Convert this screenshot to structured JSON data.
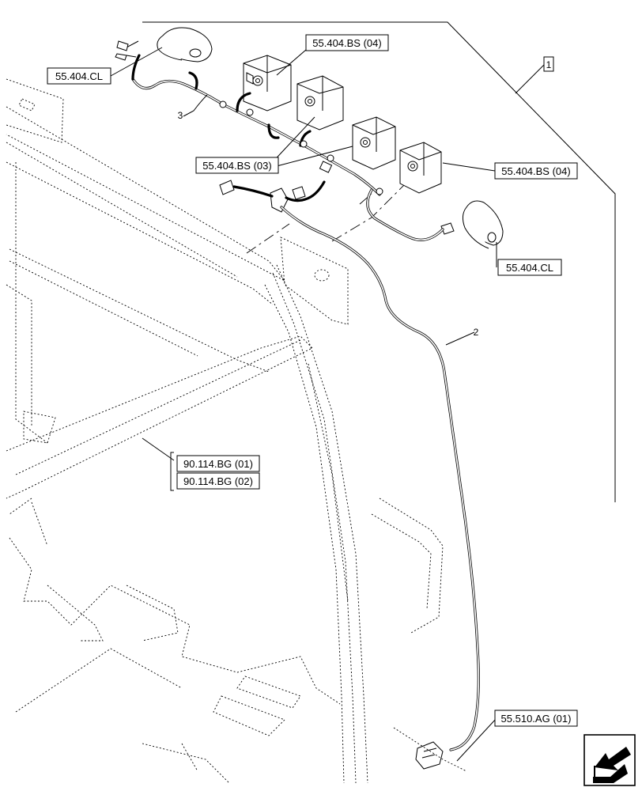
{
  "callouts": {
    "item_1": "1",
    "item_2": "2",
    "item_3": "3"
  },
  "labels": {
    "cl_top": "55.404.CL",
    "bs_top": "55.404.BS (04)",
    "bs_mid": "55.404.BS (03)",
    "bs_right": "55.404.BS (04)",
    "cl_right": "55.404.CL",
    "bg_01": "90.114.BG (01)",
    "bg_02": "90.114.BG (02)",
    "ag_01": "55.510.AG (01)"
  },
  "icons": {
    "nav": "arrow-navigation-icon"
  }
}
